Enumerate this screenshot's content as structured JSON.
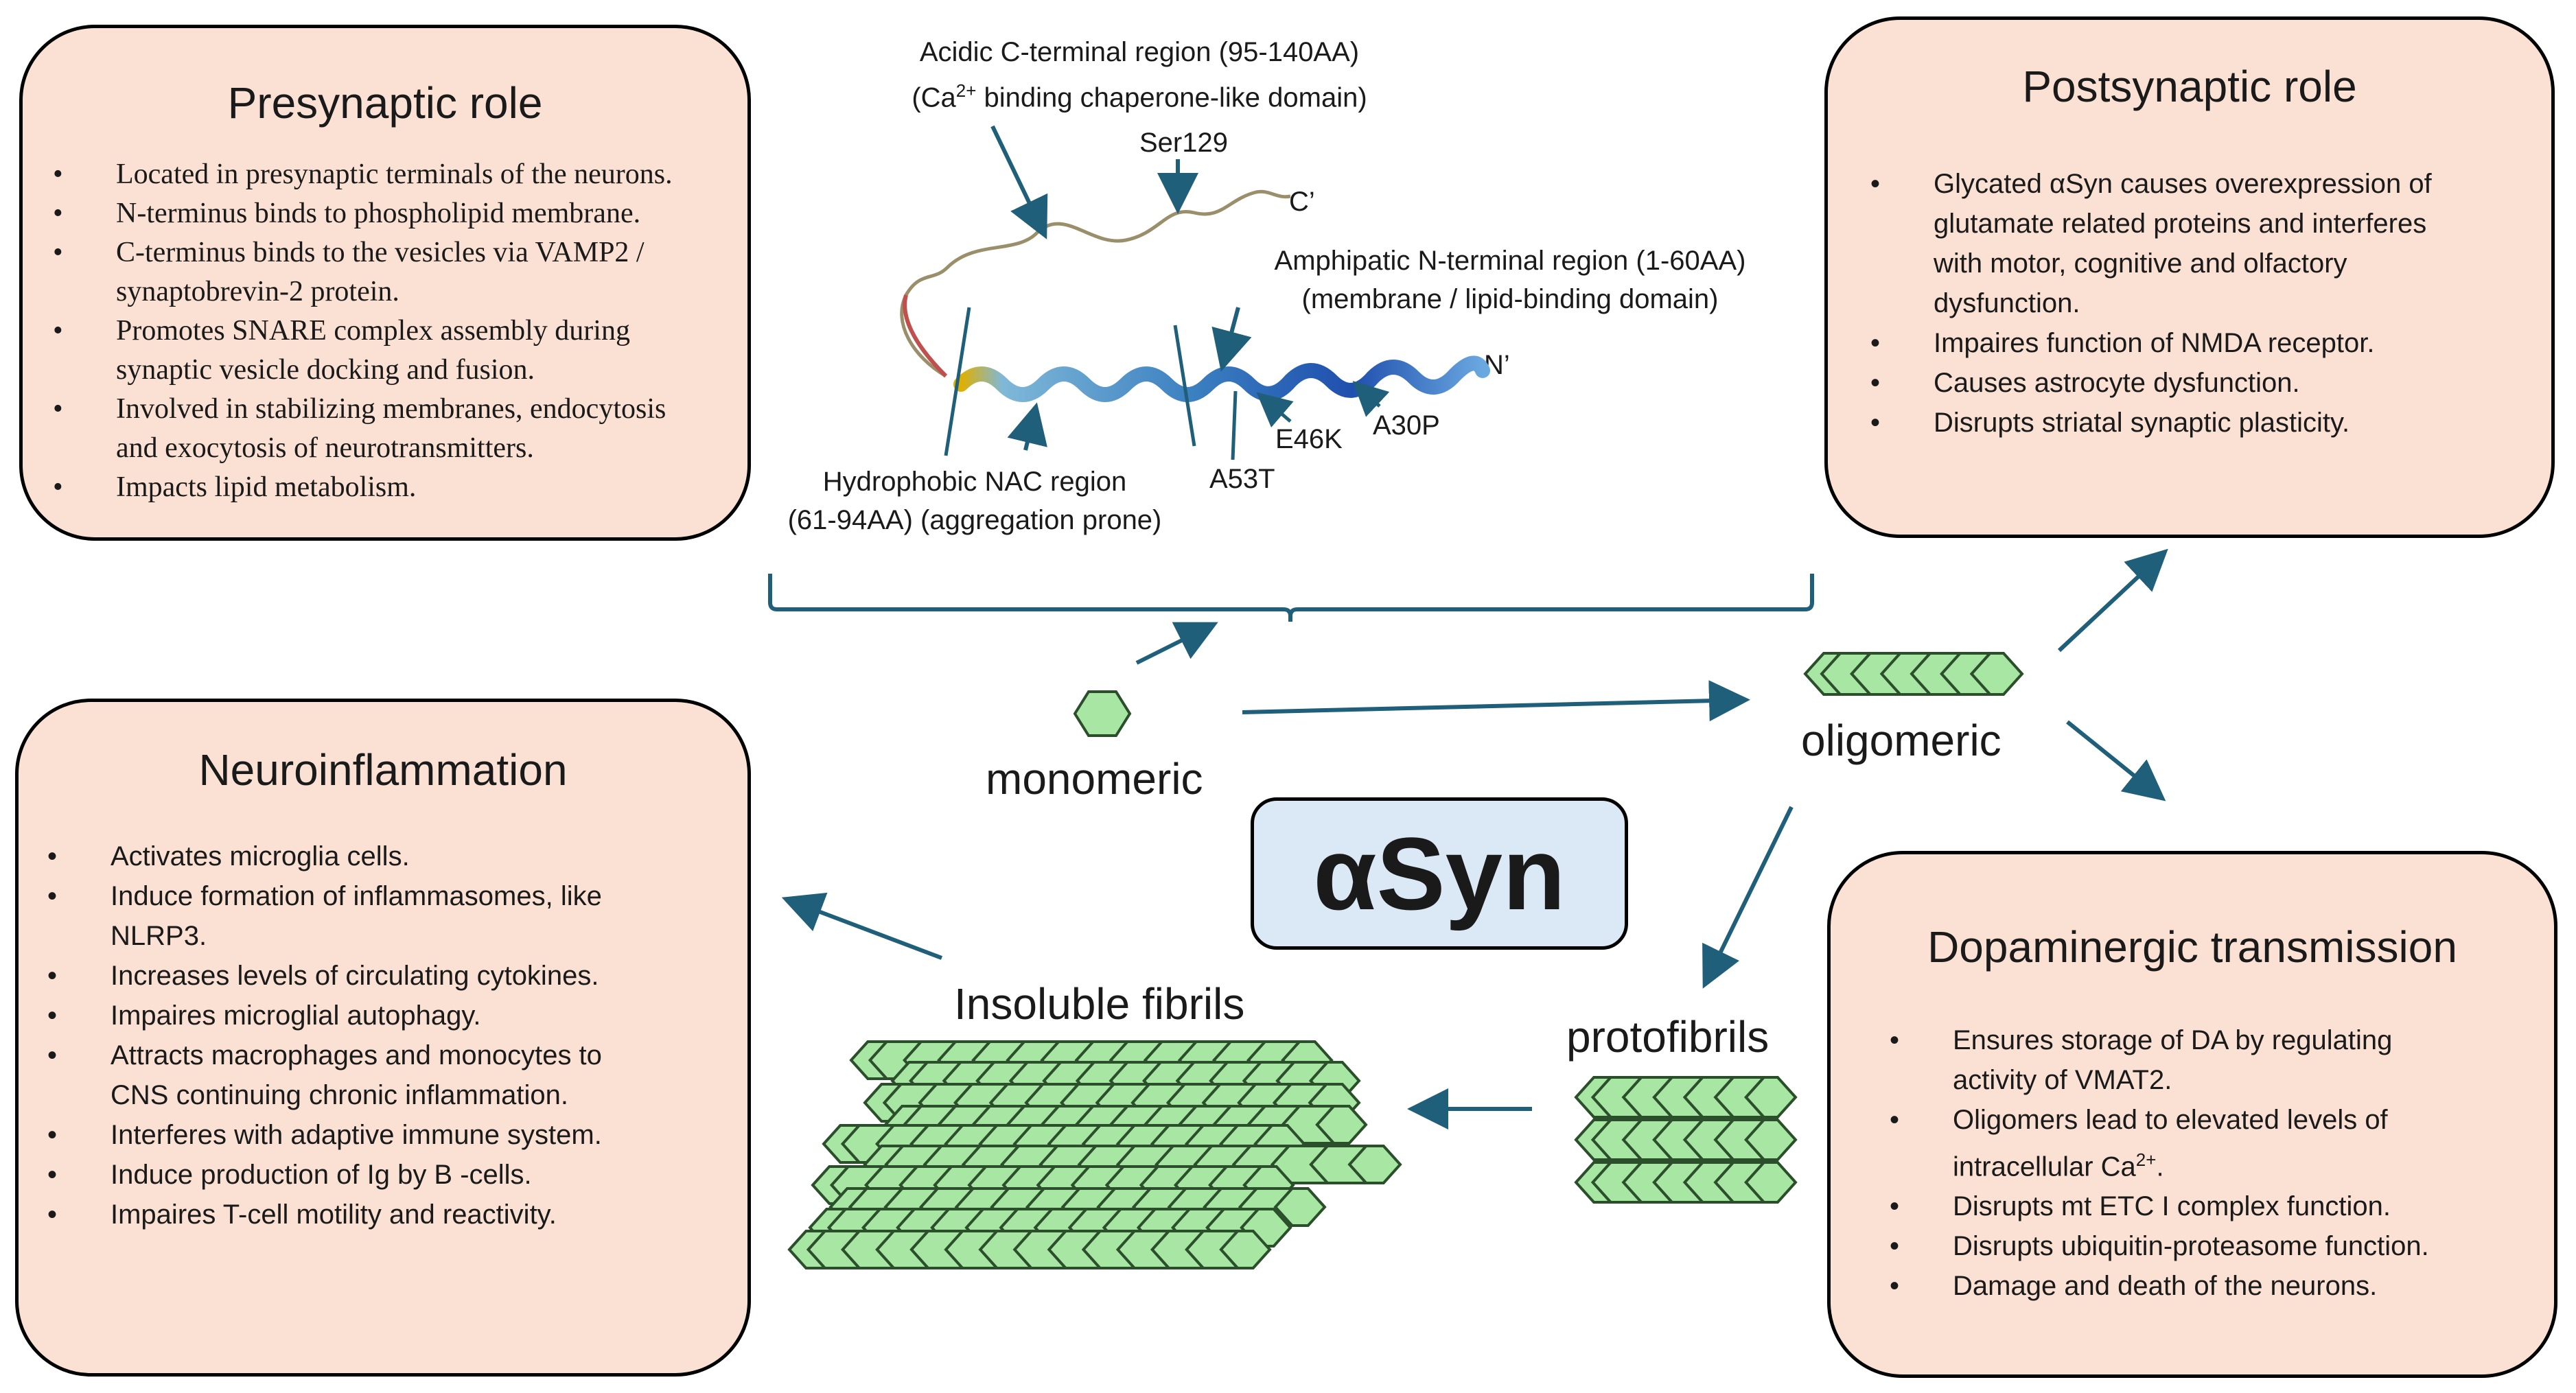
{
  "colors": {
    "box_fill": "#fbe1d3",
    "center_fill": "#dbe8f5",
    "arrow": "#1f5f7a",
    "hexagon_fill": "#a8e6a3",
    "hexagon_stroke": "#2b4f2b"
  },
  "presynaptic": {
    "title": "Presynaptic role",
    "items": [
      "Located in presynaptic terminals of the neurons.",
      "N-terminus binds to phospholipid membrane.",
      "C-terminus binds to the vesicles via VAMP2 /",
      "synaptobrevin-2 protein.",
      "Promotes SNARE complex assembly during",
      "synaptic vesicle docking and fusion.",
      "Involved in stabilizing membranes, endocytosis",
      "and exocytosis of neurotransmitters.",
      "Impacts lipid metabolism."
    ]
  },
  "postsynaptic": {
    "title": "Postsynaptic role",
    "items": [
      "Glycated αSyn causes overexpression of",
      "glutamate related proteins and interferes",
      "with motor, cognitive and olfactory",
      "dysfunction.",
      "Impaires function of NMDA receptor.",
      "Causes astrocyte dysfunction.",
      "Disrupts striatal synaptic plasticity."
    ]
  },
  "neuroinflammation": {
    "title": "Neuroinflammation",
    "items": [
      "Activates microglia cells.",
      "Induce formation of inflammasomes, like",
      "NLRP3.",
      "Increases levels of circulating cytokines.",
      "Impaires microglial autophagy.",
      "Attracts macrophages and monocytes to",
      "CNS continuing chronic inflammation.",
      "Interferes with adaptive immune system.",
      "Induce production of Ig by B -cells.",
      "Impaires T-cell motility and reactivity."
    ]
  },
  "dopaminergic": {
    "title": "Dopaminergic transmission",
    "items": [
      "Ensures storage of DA by regulating",
      "activity of VMAT2.",
      "Oligomers lead to elevated levels of",
      "intracellular Ca",
      "Disrupts mt ETC I complex function.",
      "Disrupts ubiquitin-proteasome function.",
      "Damage and death of the neurons."
    ],
    "ca_superscript": "2+",
    "ca_suffix": "."
  },
  "protein": {
    "acidic_line1": "Acidic C-terminal region (95-140AA)",
    "acidic_line2_pre": "(Ca",
    "acidic_sup": "2+",
    "acidic_line2_post": " binding chaperone-like domain)",
    "ser129": "Ser129",
    "c_term": "C’",
    "n_term": "N’",
    "amphipatic_line1": "Amphipatic N-terminal region (1-60AA)",
    "amphipatic_line2": "(membrane / lipid-binding domain)",
    "nac_line1": "Hydrophobic NAC region",
    "nac_line2": "(61-94AA) (aggregation prone)",
    "a53t": "A53T",
    "e46k": "E46K",
    "a30p": "A30P"
  },
  "center": {
    "title": "αSyn",
    "monomeric": "monomeric",
    "oligomeric": "oligomeric",
    "protofibrils": "protofibrils",
    "insoluble": "Insoluble fibrils"
  }
}
